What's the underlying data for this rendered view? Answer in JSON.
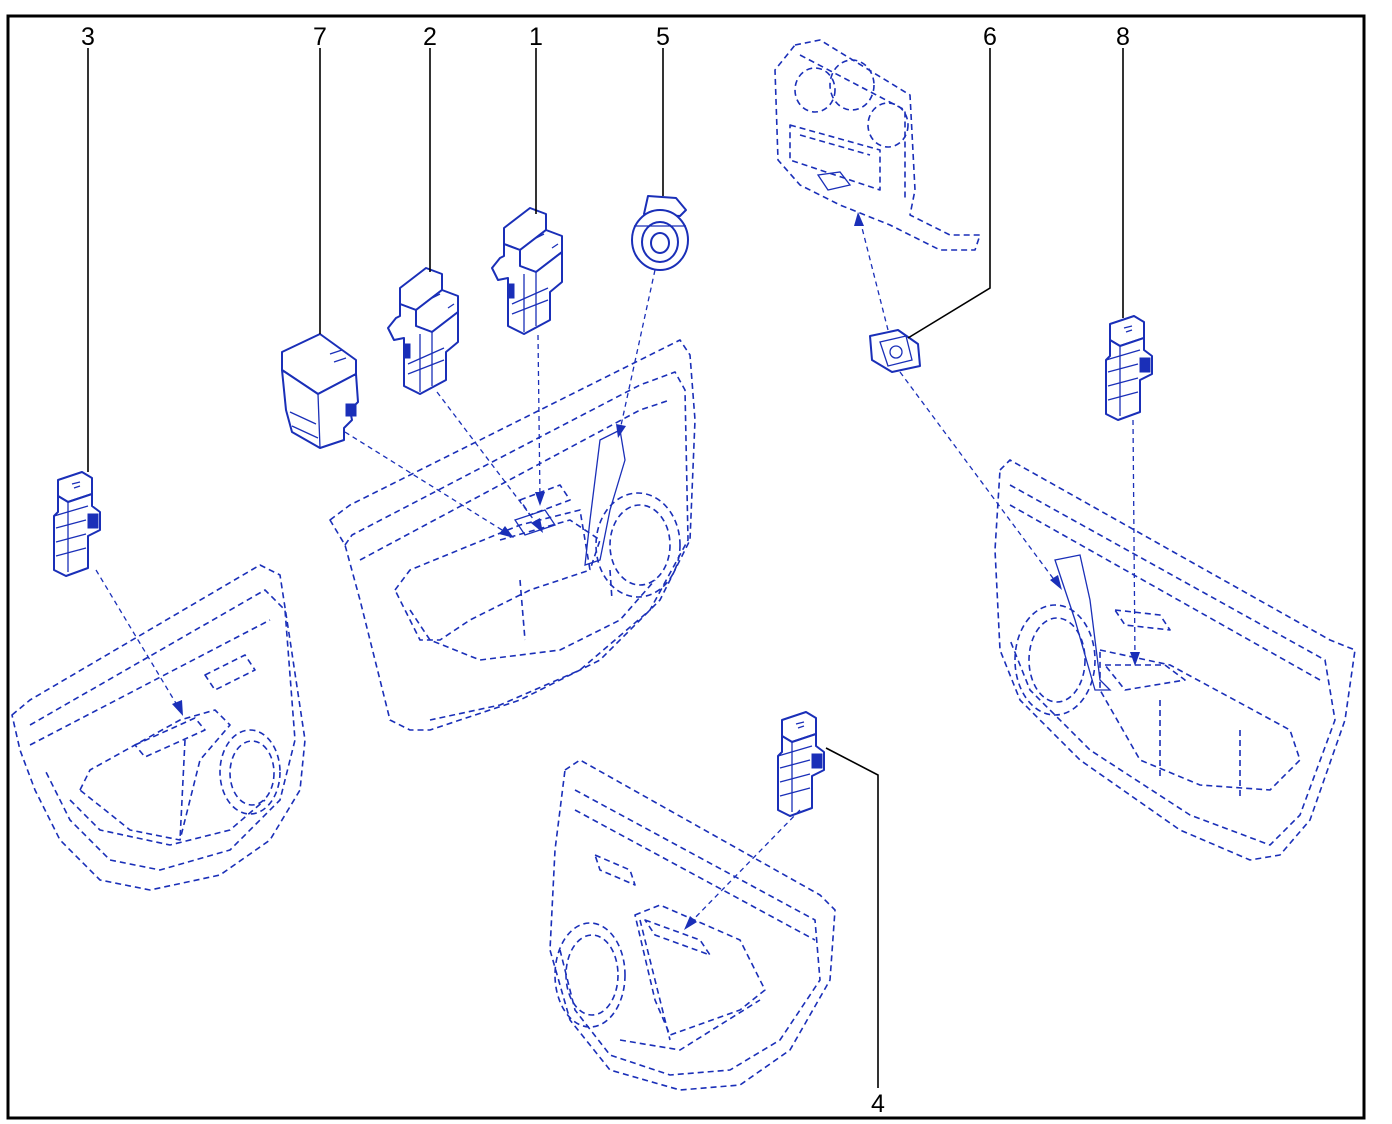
{
  "diagram": {
    "line_color": "#1a2fb8",
    "frame_color": "#000000",
    "callouts": [
      {
        "id": "c1",
        "label": "1"
      },
      {
        "id": "c2",
        "label": "2"
      },
      {
        "id": "c3",
        "label": "3"
      },
      {
        "id": "c4",
        "label": "4"
      },
      {
        "id": "c5",
        "label": "5"
      },
      {
        "id": "c6",
        "label": "6"
      },
      {
        "id": "c7",
        "label": "7"
      },
      {
        "id": "c8",
        "label": "8"
      }
    ],
    "parts": [
      {
        "label": "1",
        "icon": "double-window-switch-icon"
      },
      {
        "label": "2",
        "icon": "double-window-switch-icon"
      },
      {
        "label": "3",
        "icon": "single-window-switch-icon"
      },
      {
        "label": "4",
        "icon": "single-window-switch-icon"
      },
      {
        "label": "5",
        "icon": "round-switch-icon"
      },
      {
        "label": "6",
        "icon": "rocker-switch-icon"
      },
      {
        "label": "7",
        "icon": "mirror-control-switch-icon"
      },
      {
        "label": "8",
        "icon": "single-window-switch-icon"
      }
    ],
    "assemblies": [
      "rear-left-door-panel-icon",
      "front-left-door-panel-icon",
      "rear-right-door-panel-icon",
      "front-right-door-panel-icon",
      "dashboard-center-console-icon"
    ]
  }
}
